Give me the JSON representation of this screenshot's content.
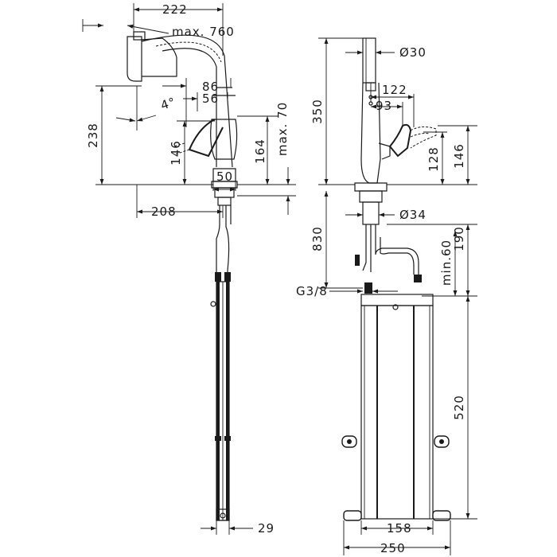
{
  "side_view": {
    "dim_spout_reach": "222",
    "dim_pullout": "max. 760",
    "dim_86": "86",
    "dim_56": "56",
    "dim_angle": "4°",
    "dim_height_238": "238",
    "dim_146": "146",
    "dim_164": "164",
    "dim_max70": "max. 70",
    "dim_50": "50",
    "dim_208": "208",
    "dim_29": "29"
  },
  "front_view": {
    "dim_diameter_30": "Ø30",
    "dim_122": "122",
    "dim_93": "93",
    "dim_350": "350",
    "dim_128": "128",
    "dim_146": "146",
    "dim_diameter_34": "Ø34",
    "dim_830": "830",
    "dim_min60": "min.60",
    "dim_190": "190",
    "dim_thread": "G3/8",
    "dim_520": "520",
    "dim_158": "158",
    "dim_250": "250"
  }
}
